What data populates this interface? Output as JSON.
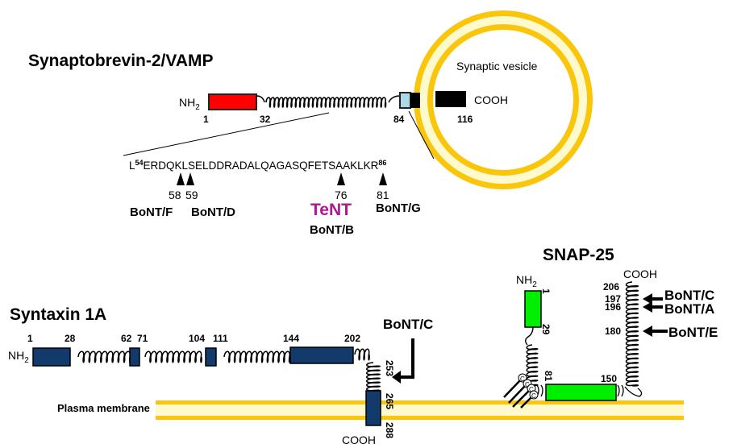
{
  "colors": {
    "membrane_outer": "#f9c60c",
    "membrane_inner": "#fffacd",
    "vamp_n_domain": "#ff0000",
    "vamp_small_domain": "#add8e6",
    "vamp_tm_domain": "#000000",
    "syntaxin_domain": "#123a6b",
    "snap_domain": "#00ee00",
    "tent": "#b0168e"
  },
  "vamp": {
    "title": "Synaptobrevin-2/VAMP",
    "vesicle_label": "Synaptic vesicle",
    "nh2": "NH",
    "nh2_sub": "2",
    "cooh": "COOH",
    "residues": [
      "1",
      "32",
      "84",
      "116"
    ],
    "sequence": {
      "start": "L",
      "start_sup": "54",
      "body": "ERDQKLSELDDRADALQAGASQFETSAAKLKR",
      "end_sup": "86"
    },
    "cleavage_sites": [
      {
        "residue": "58",
        "toxins": [
          "BoNT/F"
        ]
      },
      {
        "residue": "59",
        "toxins": [
          "BoNT/D"
        ]
      },
      {
        "residue": "76",
        "toxins": [
          "TeNT",
          "BoNT/B"
        ]
      },
      {
        "residue": "81",
        "toxins": [
          "BoNT/G"
        ]
      }
    ]
  },
  "syntaxin": {
    "title": "Syntaxin 1A",
    "nh2": "NH",
    "nh2_sub": "2",
    "cooh": "COOH",
    "residues": [
      "1",
      "28",
      "62",
      "71",
      "104",
      "111",
      "144",
      "202",
      "253",
      "265",
      "288"
    ],
    "toxin": "BoNT/C"
  },
  "snap25": {
    "title": "SNAP-25",
    "nh2": "NH",
    "nh2_sub": "2",
    "cooh": "COOH",
    "residues": [
      "1",
      "29",
      "81",
      "150",
      "180",
      "196",
      "197",
      "206"
    ],
    "palmitoyl": [
      "C",
      "C",
      "C",
      "C"
    ],
    "toxins": [
      {
        "name": "BoNT/C",
        "residue": "197"
      },
      {
        "name": "BoNT/A",
        "residue": "196"
      },
      {
        "name": "BoNT/E",
        "residue": "180"
      }
    ]
  },
  "membrane": {
    "label": "Plasma membrane"
  }
}
